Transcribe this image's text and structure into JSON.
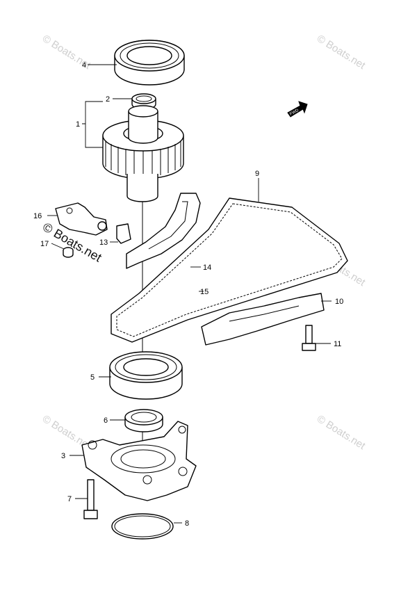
{
  "watermark": {
    "text": "© Boats.net"
  },
  "fwd_label": "FWD",
  "callouts": [
    {
      "id": "c1",
      "num": "1"
    },
    {
      "id": "c2",
      "num": "2"
    },
    {
      "id": "c3",
      "num": "3"
    },
    {
      "id": "c4",
      "num": "4"
    },
    {
      "id": "c5",
      "num": "5"
    },
    {
      "id": "c6",
      "num": "6"
    },
    {
      "id": "c7",
      "num": "7"
    },
    {
      "id": "c8",
      "num": "8"
    },
    {
      "id": "c9",
      "num": "9"
    },
    {
      "id": "c10",
      "num": "10"
    },
    {
      "id": "c11",
      "num": "11"
    },
    {
      "id": "c13",
      "num": "13"
    },
    {
      "id": "c14",
      "num": "14"
    },
    {
      "id": "c15",
      "num": "15"
    },
    {
      "id": "c16",
      "num": "16"
    },
    {
      "id": "c17",
      "num": "17"
    }
  ]
}
